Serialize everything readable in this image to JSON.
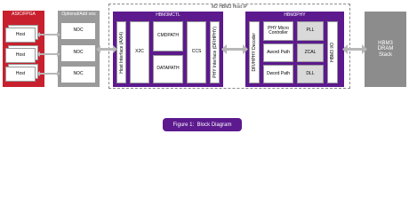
{
  "asic": {
    "title": "ASIC/FPGA",
    "hosts": [
      "Host",
      "Host",
      "Host"
    ]
  },
  "optional": {
    "title": "Optional/Add ons",
    "nocs": [
      "NOC",
      "NOC",
      "NOC"
    ]
  },
  "ip": {
    "title": "M2 HBM3 Host IP"
  },
  "mctl": {
    "title": "HBM3MCTL",
    "host_interface": "Host Interface (AXI4)",
    "x2c": "X2C",
    "cmdpath": "CMDPATH",
    "datapath": "DATAPATH",
    "ccs": "CCS",
    "phy_interface": "PHY Interface (DFIHPHY)"
  },
  "phy": {
    "title": "HBM3PHY",
    "dfi_decoder": "DFI/HPHY Decoder",
    "micro": "PHY Micro Controller",
    "aword": "Aword Path",
    "dword": "Dword Path",
    "pll": "PLL",
    "zcal": "ZCAL",
    "dll": "DLL",
    "io": "HBM3 I/O"
  },
  "dram": {
    "label": "HBM3 DRAM Stack"
  },
  "caption": "Figure 1:  Block Diagram",
  "colors": {
    "red": "#c8202e",
    "purple": "#5c1a8e",
    "gray": "#9a9a9a",
    "dram": "#8c8c8c"
  }
}
